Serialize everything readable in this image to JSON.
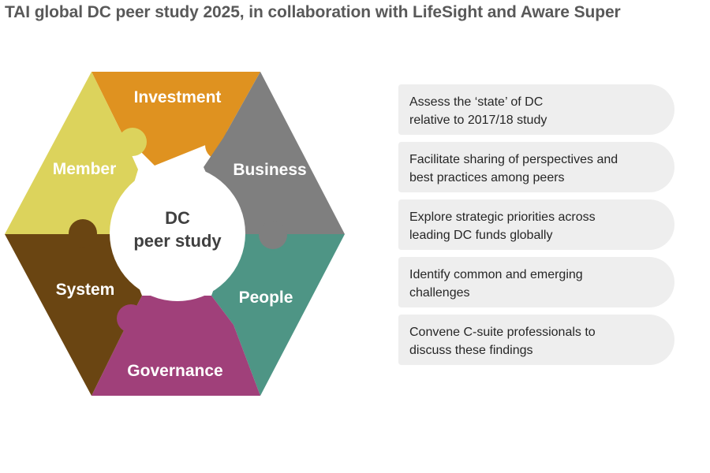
{
  "title": "TAI global DC peer study 2025, in collaboration with LifeSight and Aware Super",
  "diagram": {
    "center": {
      "line1": "DC",
      "line2": "peer study"
    },
    "segments": [
      {
        "label": "Investment",
        "color": "#df9220"
      },
      {
        "label": "Business",
        "color": "#7f7f7f"
      },
      {
        "label": "People",
        "color": "#4e9585"
      },
      {
        "label": "Governance",
        "color": "#a0407a"
      },
      {
        "label": "System",
        "color": "#6a4512"
      },
      {
        "label": "Member",
        "color": "#dcd35c"
      }
    ]
  },
  "objectives": [
    {
      "text": "Assess the ‘state’ of DC\nrelative to 2017/18 study"
    },
    {
      "text": "Facilitate sharing of perspectives and\nbest practices among peers"
    },
    {
      "text": "Explore strategic priorities across\nleading DC funds globally"
    },
    {
      "text": "Identify common and emerging\nchallenges"
    },
    {
      "text": "Convene C-suite professionals to\ndiscuss these findings"
    }
  ]
}
